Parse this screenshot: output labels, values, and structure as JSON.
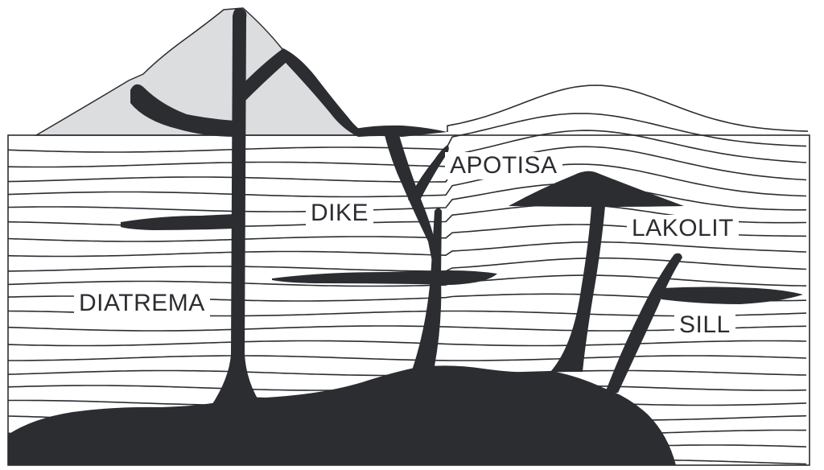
{
  "labels": {
    "apotisa": "APOTISA",
    "dike": "DIKE",
    "lakolit": "LAKOLIT",
    "diatrema": "DIATREMA",
    "sill": "SILL"
  },
  "colors": {
    "magma": "#2b2d31",
    "volcano": "#dcdddf",
    "strata": "#2b2d31",
    "background": "#ffffff"
  }
}
